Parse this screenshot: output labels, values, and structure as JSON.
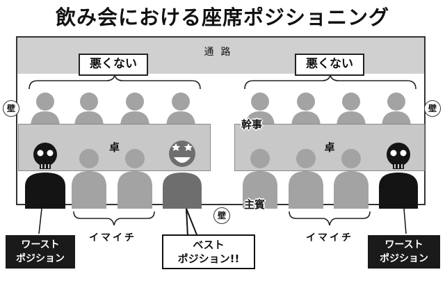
{
  "title": "飲み会における座席ポジショニング",
  "corridor_label": "通路",
  "not_bad_label": "悪くない",
  "wall_label": "壁",
  "table_label": "卓",
  "organizer_label": "幹事",
  "guest_label": "主賓",
  "meh_label": "イマイチ",
  "worst_position": [
    "ワースト",
    "ポジション"
  ],
  "best_position": [
    "ベスト",
    "ポジション!!"
  ],
  "colors": {
    "light_person": "#a3a3a3",
    "dark_person": "#6e6e6e",
    "worst_person": "#141414",
    "table": "#c8c8c8",
    "corridor": "#d0d0d0"
  }
}
